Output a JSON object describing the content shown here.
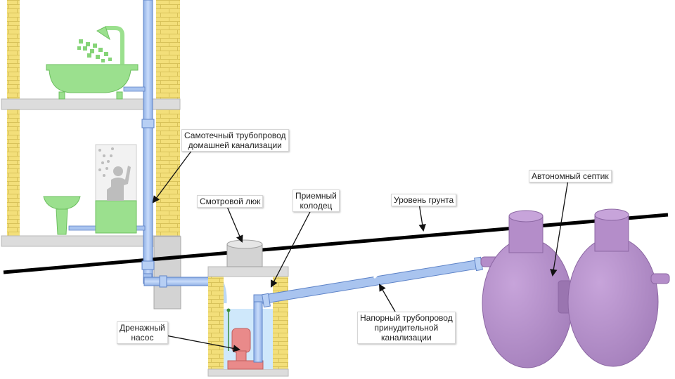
{
  "labels": {
    "gravity_pipe": [
      "Самотечный трубопровод",
      "домашней канализации"
    ],
    "inspection_hatch": [
      "Смотровой люк"
    ],
    "receiving_well": [
      "Приемный",
      "колодец"
    ],
    "ground_level": [
      "Уровень грунта"
    ],
    "septic_tank": [
      "Автономный септик"
    ],
    "drain_pump": [
      "Дренажный",
      "насос"
    ],
    "pressure_pipe": [
      "Напорный трубопровод",
      "принудительной",
      "канализации"
    ]
  },
  "icons": [
    "bathtub-icon",
    "shower-head-icon",
    "shower-cabin-icon",
    "person-icon",
    "sink-icon",
    "pump-icon",
    "septic-tank-icon"
  ],
  "colors": {
    "brick": "#f3df7a",
    "brick_line": "#d8c25a",
    "pipe": "#a9c4ef",
    "pipe_stroke": "#5f84c8",
    "fixture": "#9be08e",
    "fixture_stroke": "#6dbf60",
    "tank": "#b48dc9",
    "tank_stroke": "#8c67a3",
    "water": "#cfe8fb",
    "pump": "#e98a8a",
    "slab": "#dcdcdc",
    "ground": "#000000"
  }
}
